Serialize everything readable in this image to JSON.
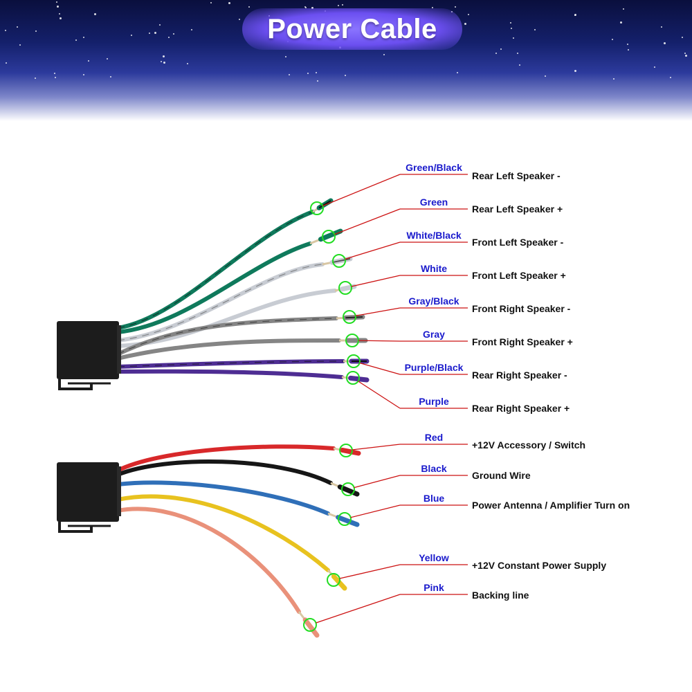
{
  "title": "Power Cable",
  "colors": {
    "leader": "#cc1111",
    "highlight": "#22dd22",
    "color_label": "#1a1acc",
    "connector": "#1c1c1c"
  },
  "connectors": [
    {
      "name": "speaker-connector"
    },
    {
      "name": "power-connector"
    }
  ],
  "wires": [
    {
      "color_name": "Green/Black",
      "function": "Rear Left Speaker -",
      "hex": "#0f7a5c",
      "stripe": "#111111"
    },
    {
      "color_name": "Green",
      "function": "Rear Left Speaker +",
      "hex": "#0f7a5c"
    },
    {
      "color_name": "White/Black",
      "function": "Front Left Speaker -",
      "hex": "#c8ccd3",
      "stripe": "#555555"
    },
    {
      "color_name": "White",
      "function": "Front Left Speaker +",
      "hex": "#c8ccd3"
    },
    {
      "color_name": "Gray/Black",
      "function": "Front Right Speaker -",
      "hex": "#858585",
      "stripe": "#222222"
    },
    {
      "color_name": "Gray",
      "function": "Front Right Speaker +",
      "hex": "#858585"
    },
    {
      "color_name": "Purple/Black",
      "function": "Rear Right Speaker -",
      "hex": "#4e2d93",
      "stripe": "#111111"
    },
    {
      "color_name": "Purple",
      "function": "Rear Right Speaker +",
      "hex": "#4e2d93"
    },
    {
      "color_name": "Red",
      "function": "+12V  Accessory / Switch",
      "hex": "#d8282a"
    },
    {
      "color_name": "Black",
      "function": "Ground Wire",
      "hex": "#161616"
    },
    {
      "color_name": "Blue",
      "function": "Power Antenna / Amplifier Turn on",
      "hex": "#2f6fb8"
    },
    {
      "color_name": "Yellow",
      "function": "+12V Constant Power Supply",
      "hex": "#e8c21f"
    },
    {
      "color_name": "Pink",
      "function": "Backing line",
      "hex": "#e9917a"
    }
  ]
}
